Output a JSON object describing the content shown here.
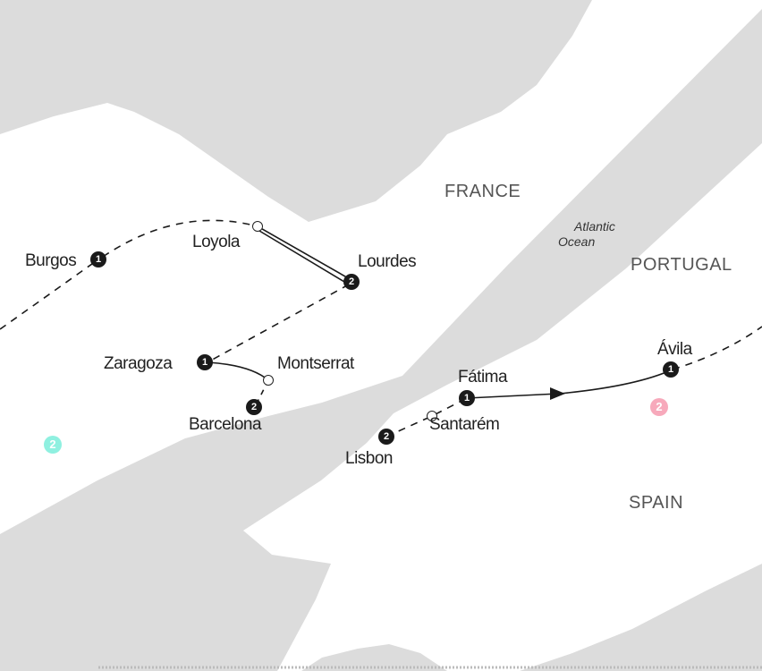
{
  "colors": {
    "sea": "#dcdcdc",
    "land": "#ffffff",
    "route": "#1a1a1a",
    "badge_pink": "#f7a9bb",
    "badge_cyan": "#8ff0e0"
  },
  "countries": {
    "france": "FRANCE",
    "portugal": "PORTUGAL",
    "spain": "SPAIN"
  },
  "ocean": {
    "line1": "Atlantic",
    "line2": "Ocean"
  },
  "cities": {
    "burgos": {
      "name": "Burgos",
      "nights": "1"
    },
    "loyola": {
      "name": "Loyola"
    },
    "lourdes": {
      "name": "Lourdes",
      "nights": "2"
    },
    "zaragoza": {
      "name": "Zaragoza",
      "nights": "1"
    },
    "montserrat": {
      "name": "Montserrat"
    },
    "barcelona": {
      "name": "Barcelona",
      "nights": "2"
    },
    "fatima": {
      "name": "Fátima",
      "nights": "1"
    },
    "santarem": {
      "name": "Santarém"
    },
    "lisbon": {
      "name": "Lisbon",
      "nights": "2"
    },
    "avila": {
      "name": "Ávila",
      "nights": "1"
    }
  },
  "badges": {
    "pink": "2",
    "cyan": "2"
  }
}
